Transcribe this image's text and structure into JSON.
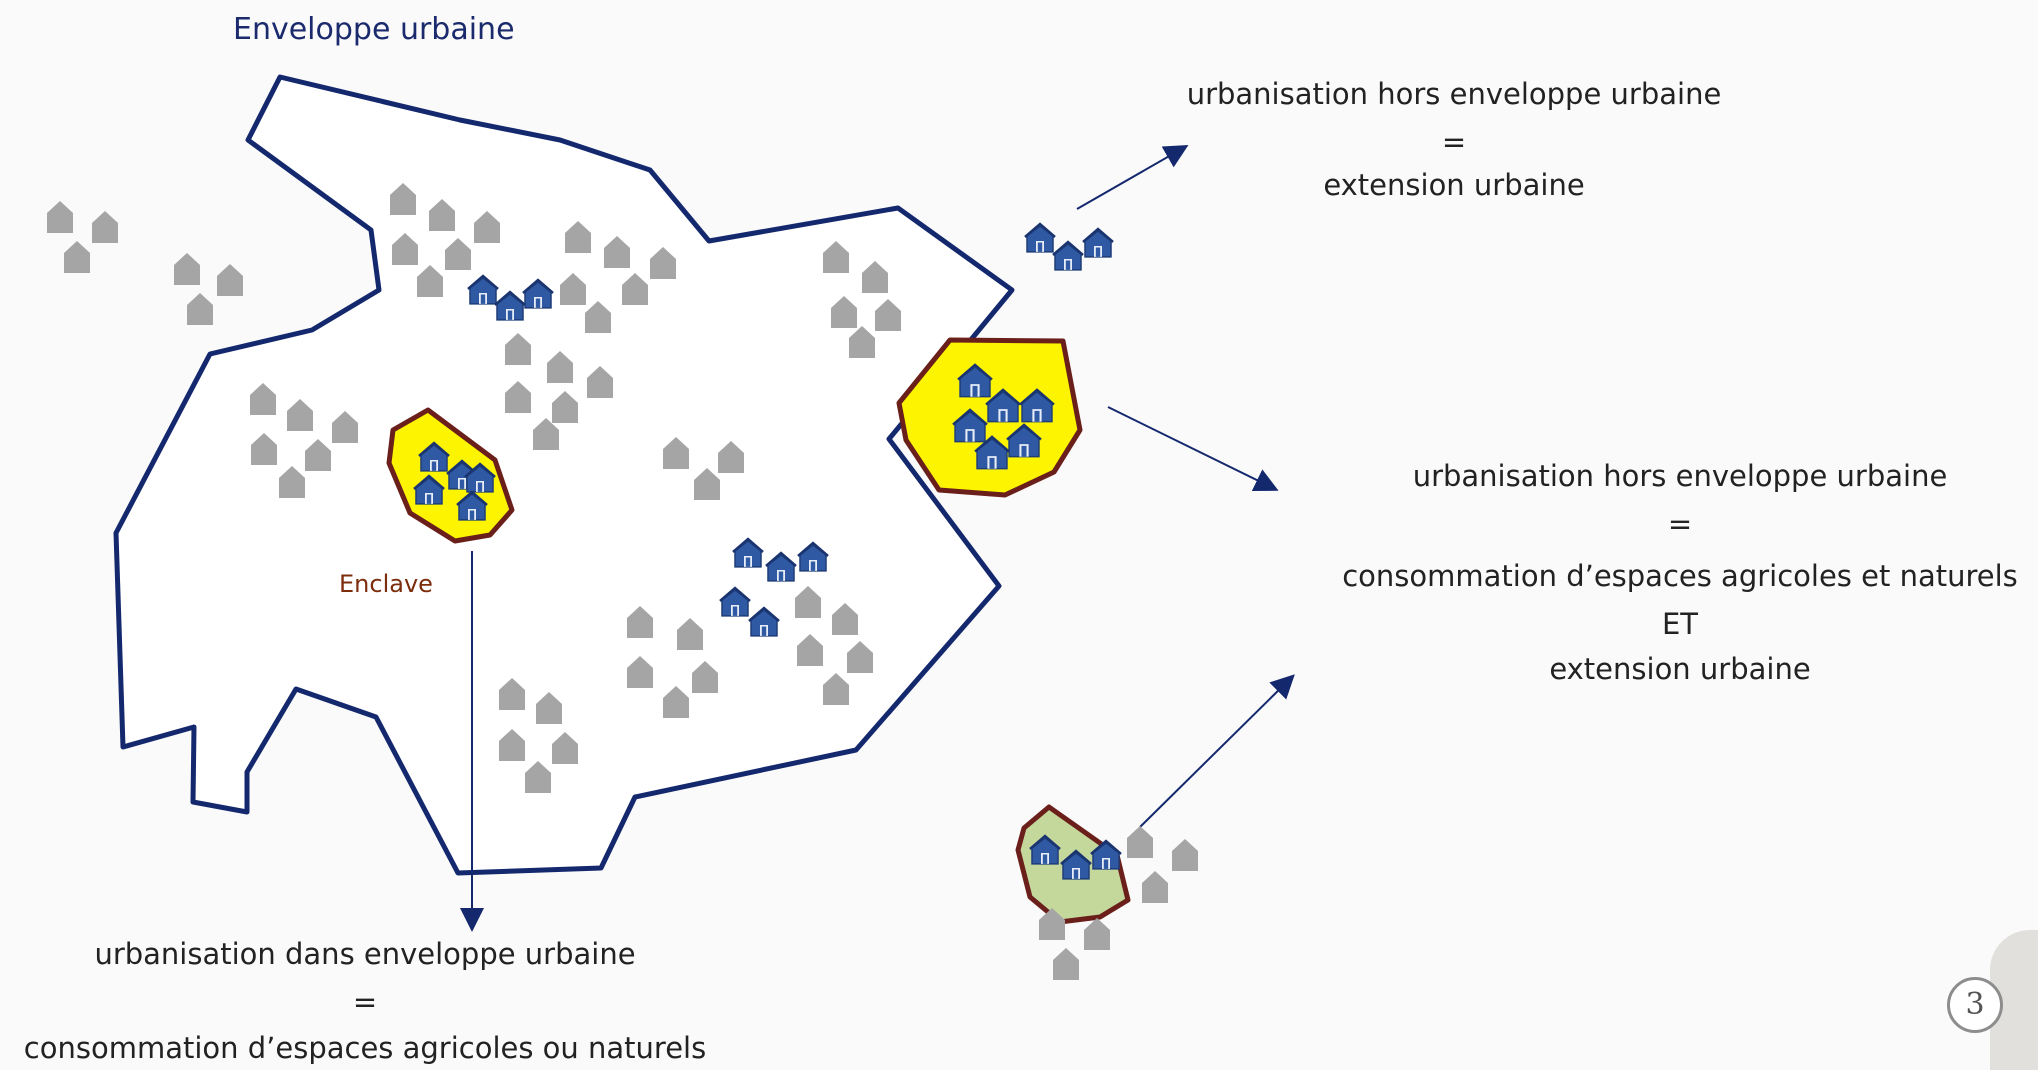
{
  "title": "Enveloppe urbaine",
  "enclave_label": "Enclave",
  "note_top": {
    "line1": "urbanisation hors enveloppe urbaine",
    "line2": "=",
    "line3": "extension urbaine"
  },
  "note_right": {
    "line1": "urbanisation hors enveloppe urbaine",
    "line2": "=",
    "line3": "consommation d’espaces agricoles et naturels",
    "line4": "ET",
    "line5": "extension urbaine"
  },
  "note_bottom": {
    "line1": "urbanisation dans enveloppe urbaine",
    "line2": "=",
    "line3": "consommation d’espaces agricoles ou naturels"
  },
  "page_number": "3",
  "colors": {
    "envelope_stroke": "#14286e",
    "zone_stroke": "#6b1f1b",
    "zone_yellow_fill": "#fcf400",
    "zone_green_fill": "#c5d89b",
    "house_existing": "#a5a5a5",
    "house_new": "#2f5aa3",
    "arrow": "#14286e"
  },
  "icons": {
    "existing_house": "house-grey-icon",
    "new_house": "house-blue-icon"
  }
}
